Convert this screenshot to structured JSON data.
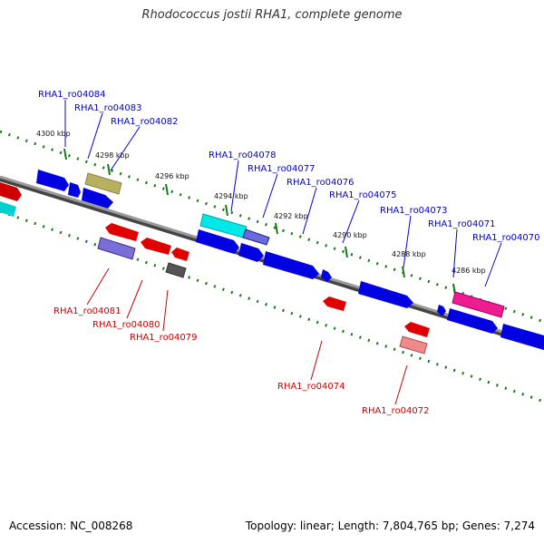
{
  "title": "Rhodococcus jostii RHA1, complete genome",
  "accession": "Accession: NC_008268",
  "summary": "Topology: linear; Length: 7,804,765 bp; Genes: 7,274",
  "colors": {
    "backbone": "#808080",
    "tick": "#1a7a1a",
    "forward_label": "#0000cc",
    "reverse_label": "#cc0000"
  },
  "ticks": [
    {
      "label": "4300 kbp"
    },
    {
      "label": "4298 kbp"
    },
    {
      "label": "4296 kbp"
    },
    {
      "label": "4294 kbp"
    },
    {
      "label": "4292 kbp"
    },
    {
      "label": "4290 kbp"
    },
    {
      "label": "4288 kbp"
    },
    {
      "label": "4286 kbp"
    }
  ],
  "labels_top": [
    {
      "text": "RHA1_ro04084"
    },
    {
      "text": "RHA1_ro04083"
    },
    {
      "text": "RHA1_ro04082"
    },
    {
      "text": "RHA1_ro04078"
    },
    {
      "text": "RHA1_ro04077"
    },
    {
      "text": "RHA1_ro04076"
    },
    {
      "text": "RHA1_ro04075"
    },
    {
      "text": "RHA1_ro04073"
    },
    {
      "text": "RHA1_ro04071"
    },
    {
      "text": "RHA1_ro04070"
    }
  ],
  "labels_bottom": [
    {
      "text": "RHA1_ro04081"
    },
    {
      "text": "RHA1_ro04080"
    },
    {
      "text": "RHA1_ro04079"
    },
    {
      "text": "RHA1_ro04074"
    },
    {
      "text": "RHA1_ro04072"
    }
  ]
}
